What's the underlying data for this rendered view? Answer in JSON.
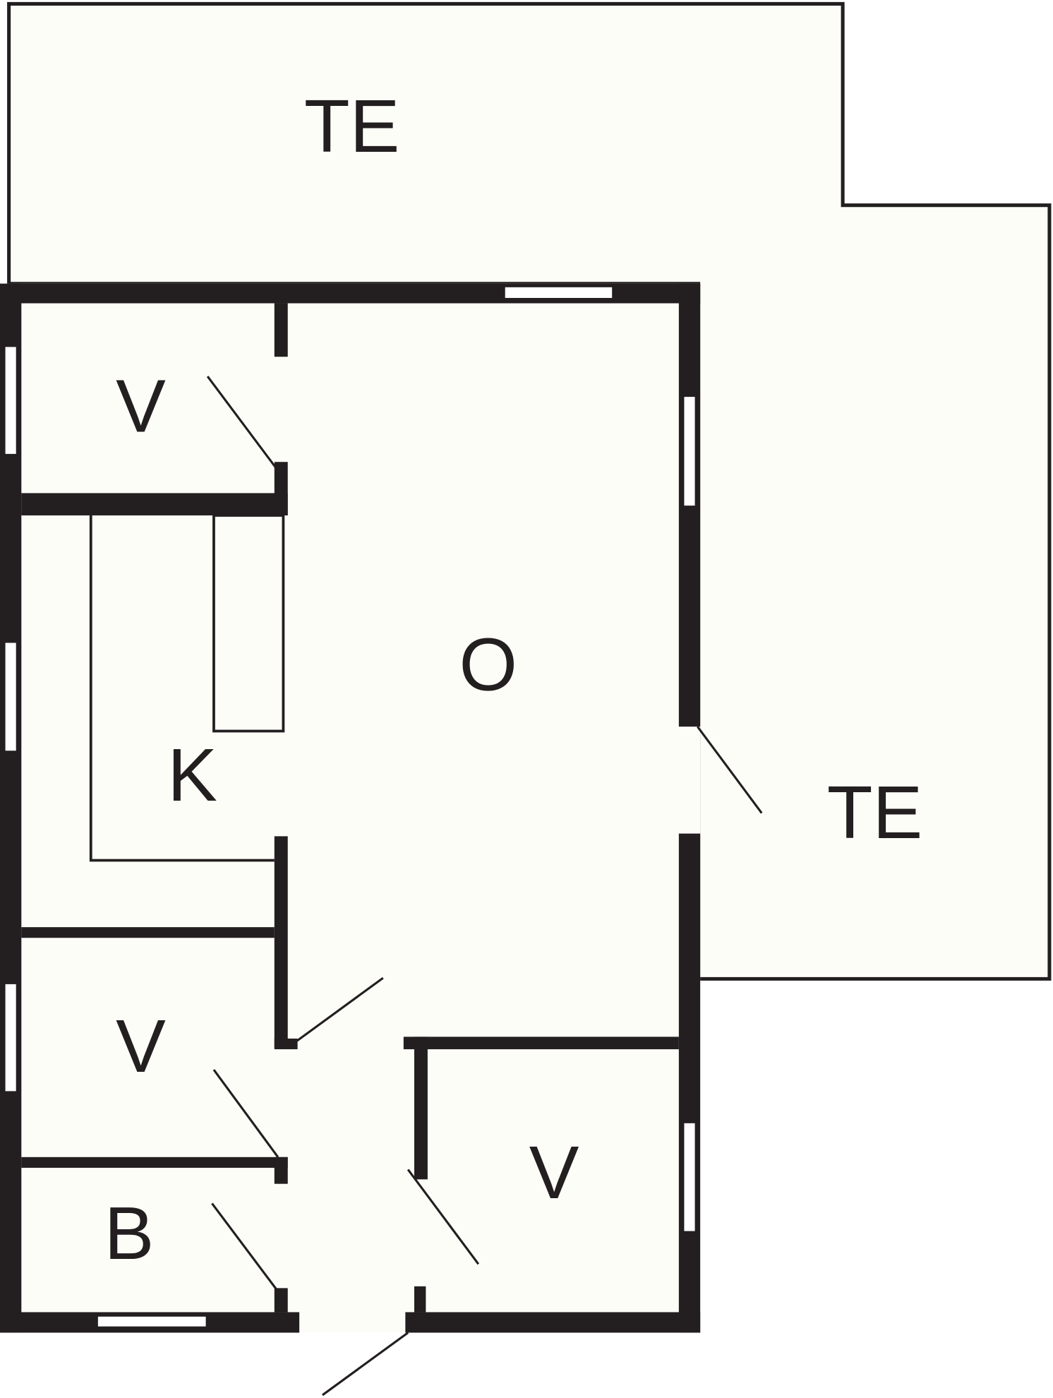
{
  "colors": {
    "wall": "#231f20",
    "floor": "#fdfdf8"
  },
  "rooms": [
    {
      "id": "terrace-top",
      "label": "TE"
    },
    {
      "id": "bedroom-1",
      "label": "V"
    },
    {
      "id": "living",
      "label": "O"
    },
    {
      "id": "kitchen",
      "label": "K"
    },
    {
      "id": "terrace-right",
      "label": "TE"
    },
    {
      "id": "bedroom-2",
      "label": "V"
    },
    {
      "id": "bedroom-3",
      "label": "V"
    },
    {
      "id": "bathroom",
      "label": "B"
    }
  ]
}
